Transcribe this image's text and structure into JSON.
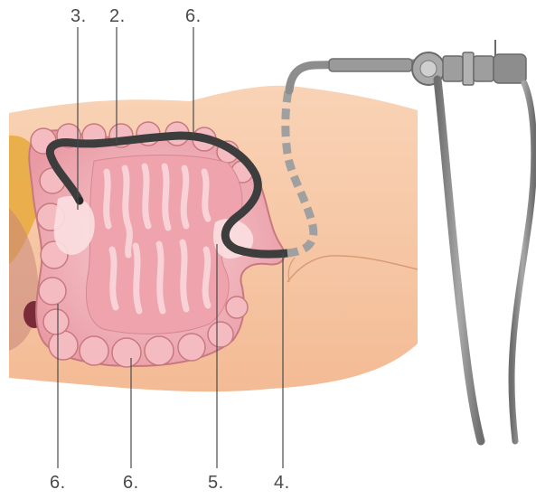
{
  "diagram": {
    "callouts": {
      "top": [
        "3.",
        "2.",
        "6."
      ],
      "bottom": [
        "6.",
        "6.",
        "5.",
        "4."
      ]
    },
    "colors": {
      "skin": "#f6c7a4",
      "skin_shade": "#e9ae88",
      "colon_wall": "#f2b3b8",
      "colon_outline": "#c8797f",
      "mucosa": "#eea3ad",
      "fold_highlight": "#f8d2d6",
      "endoscope": "#3d3d3d",
      "tube": "#8d8d8d",
      "fat": "#e8a93c"
    }
  }
}
